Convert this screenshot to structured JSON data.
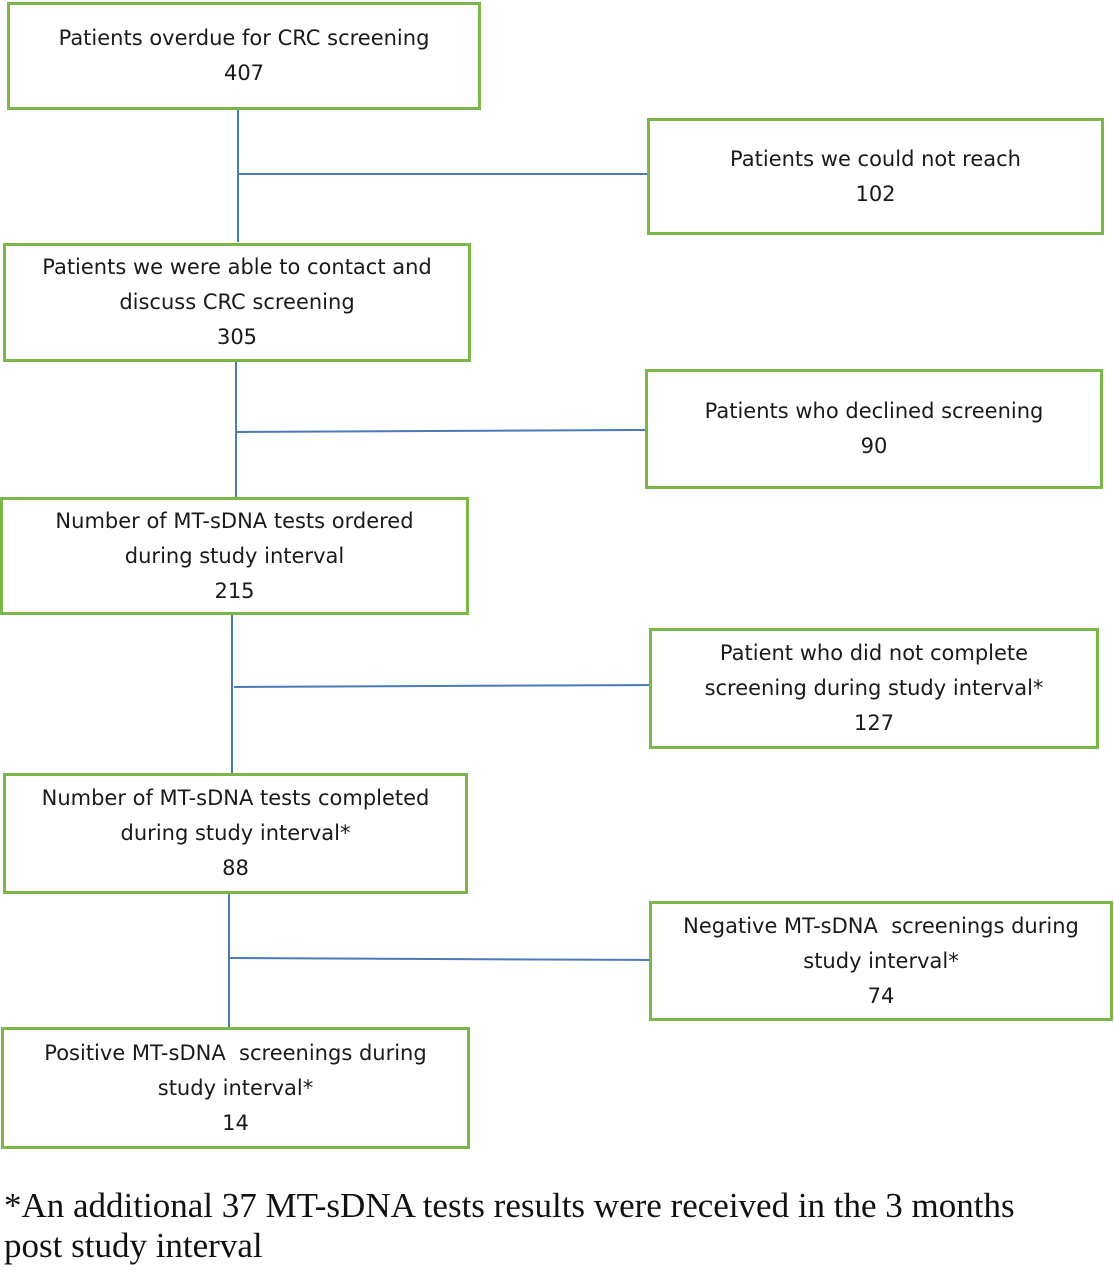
{
  "colors": {
    "box_border": "#7ab648",
    "connector": "#4a7ab8",
    "text": "#1a1a1a"
  },
  "boxes": {
    "overdue": {
      "lines": [
        "Patients overdue for CRC screening"
      ],
      "count": "407"
    },
    "not_reached": {
      "lines": [
        "Patients we could not reach"
      ],
      "count": "102"
    },
    "contacted": {
      "lines": [
        "Patients we were able to contact and",
        "discuss CRC screening"
      ],
      "count": "305"
    },
    "declined": {
      "lines": [
        "Patients who declined screening"
      ],
      "count": "90"
    },
    "ordered": {
      "lines": [
        "Number of MT-sDNA tests ordered",
        "during study interval"
      ],
      "count": "215"
    },
    "not_completed": {
      "lines": [
        "Patient who did not complete",
        "screening during study interval*"
      ],
      "count": "127"
    },
    "completed": {
      "lines": [
        "Number of MT-sDNA tests completed",
        "during study interval*"
      ],
      "count": "88"
    },
    "negative": {
      "lines": [
        "Negative MT-sDNA  screenings during",
        "study interval*"
      ],
      "count": "74"
    },
    "positive": {
      "lines": [
        "Positive MT-sDNA  screenings during",
        "study interval*"
      ],
      "count": "14"
    }
  },
  "footnote": {
    "line1": "*An additional 37 MT-sDNA tests results were received in the 3 months",
    "line2": "post study interval"
  }
}
